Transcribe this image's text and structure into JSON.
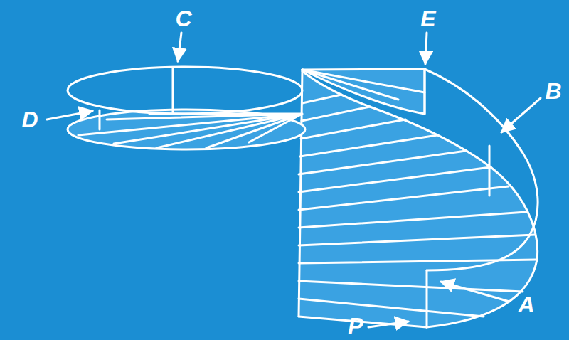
{
  "diagram": {
    "labels": [
      "C",
      "E",
      "D",
      "B",
      "A",
      "P"
    ]
  }
}
